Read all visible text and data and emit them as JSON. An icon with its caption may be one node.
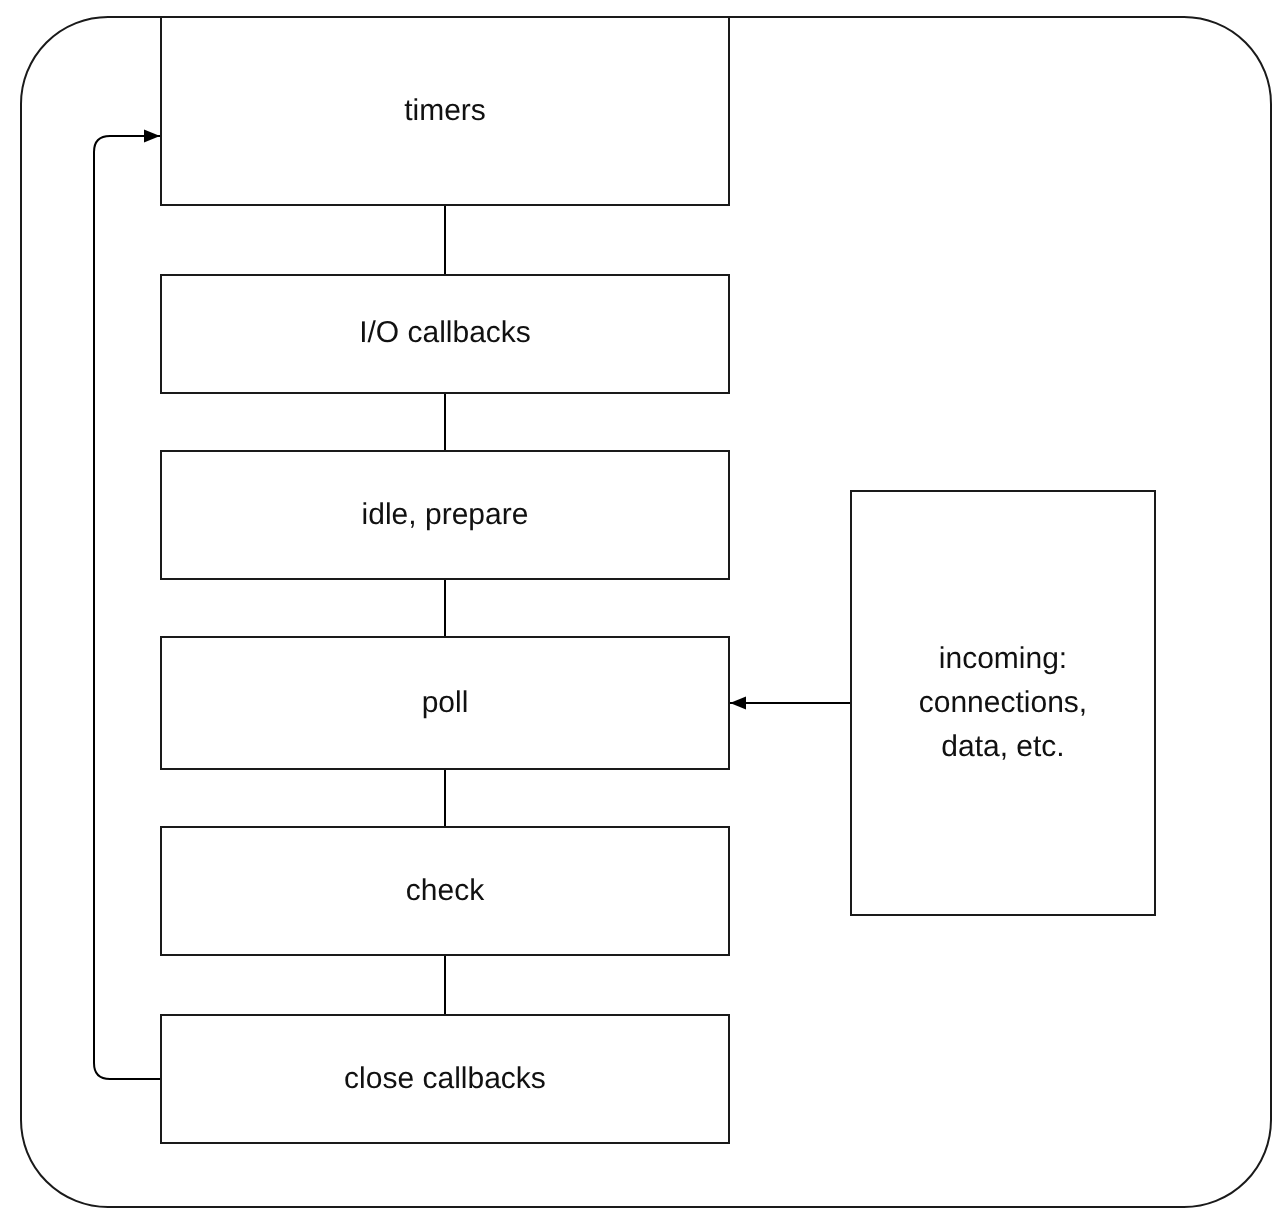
{
  "diagram": {
    "nodes": [
      {
        "text": [],
        "shape": "box"
      },
      {
        "text": [
          "timers"
        ],
        "in": 0
      },
      {
        "text": [
          "I/O callbacks"
        ],
        "in": 0
      },
      {
        "text": [
          "idle, prepare"
        ],
        "in": 0
      },
      {
        "text": [
          "poll"
        ],
        "in": 0
      },
      {
        "text": [
          "check"
        ],
        "in": 0
      },
      {
        "text": [
          "close callbacks"
        ],
        "in": 0
      },
      {
        "text": [
          "incoming: connections, data, etc."
        ],
        "in": 0
      }
    ],
    "edges": [
      {
        "from": 1,
        "to": 2,
        "arrow": "none"
      },
      {
        "from": 2,
        "to": 3,
        "arrow": "none"
      },
      {
        "from": 3,
        "to": 4,
        "arrow": "none"
      },
      {
        "from": 4,
        "to": 5,
        "arrow": "none"
      },
      {
        "from": 5,
        "to": 6,
        "arrow": "none"
      },
      {
        "from": 6,
        "to": 1,
        "arrow": "to"
      },
      {
        "from": 7,
        "to": 4,
        "arrow": "to"
      }
    ]
  }
}
